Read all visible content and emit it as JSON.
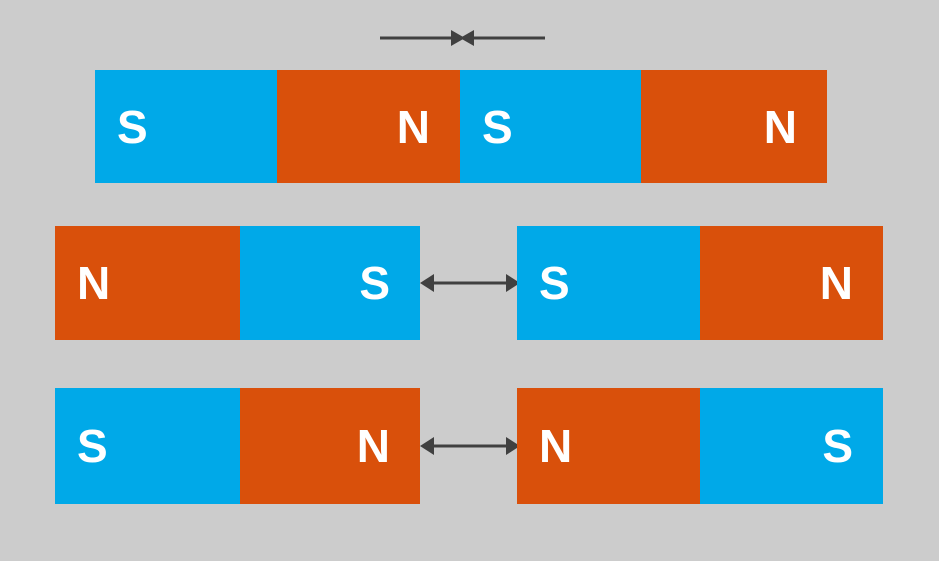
{
  "diagram": {
    "title": "Magnet pole interaction diagram",
    "background_color": "#cccccc",
    "colors": {
      "south_pole": "#00a9e8",
      "north_pole": "#d9500b",
      "label_text": "#ffffff",
      "arrow": "#404040"
    },
    "rows": [
      {
        "id": "row-attract",
        "interaction": "attract",
        "arrow_style": "converging-pair",
        "magnets": [
          {
            "id": "row1-magnet-left",
            "poles": [
              {
                "label": "S",
                "type": "south",
                "color": "#00a9e8",
                "align": "left"
              },
              {
                "label": "N",
                "type": "north",
                "color": "#d9500b",
                "align": "right"
              }
            ]
          },
          {
            "id": "row1-magnet-right",
            "poles": [
              {
                "label": "S",
                "type": "south",
                "color": "#00a9e8",
                "align": "left"
              },
              {
                "label": "N",
                "type": "north",
                "color": "#d9500b",
                "align": "right"
              }
            ]
          }
        ]
      },
      {
        "id": "row-repel-ss",
        "interaction": "repel",
        "arrow_style": "double-headed",
        "magnets": [
          {
            "id": "row2-magnet-left",
            "poles": [
              {
                "label": "N",
                "type": "north",
                "color": "#d9500b",
                "align": "left"
              },
              {
                "label": "S",
                "type": "south",
                "color": "#00a9e8",
                "align": "right"
              }
            ]
          },
          {
            "id": "row2-magnet-right",
            "poles": [
              {
                "label": "S",
                "type": "south",
                "color": "#00a9e8",
                "align": "left"
              },
              {
                "label": "N",
                "type": "north",
                "color": "#d9500b",
                "align": "right"
              }
            ]
          }
        ]
      },
      {
        "id": "row-repel-nn",
        "interaction": "repel",
        "arrow_style": "double-headed",
        "magnets": [
          {
            "id": "row3-magnet-left",
            "poles": [
              {
                "label": "S",
                "type": "south",
                "color": "#00a9e8",
                "align": "left"
              },
              {
                "label": "N",
                "type": "north",
                "color": "#d9500b",
                "align": "right"
              }
            ]
          },
          {
            "id": "row3-magnet-right",
            "poles": [
              {
                "label": "N",
                "type": "north",
                "color": "#d9500b",
                "align": "left"
              },
              {
                "label": "S",
                "type": "south",
                "color": "#00a9e8",
                "align": "right"
              }
            ]
          }
        ]
      }
    ]
  }
}
